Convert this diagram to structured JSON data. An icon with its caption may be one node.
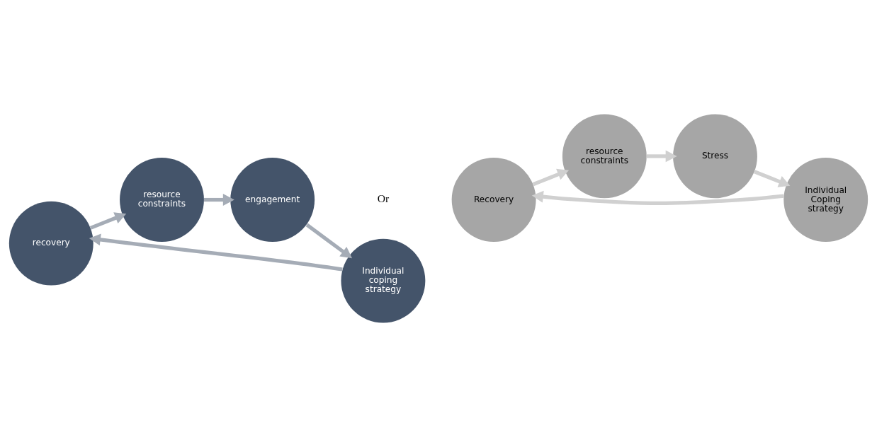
{
  "diagram": {
    "nodes": [
      {
        "text": [
          "resource constraints"
        ]
      },
      {
        "text": [
          "recovery"
        ]
      },
      {
        "text": [
          "engagement"
        ]
      },
      {
        "text": [
          "Individual coping strategy"
        ]
      },
      {
        "text": [
          "resource constraints"
        ]
      },
      {
        "text": [
          "Recovery"
        ]
      },
      {
        "text": [
          "Stress"
        ]
      },
      {
        "text": [
          "Individual Coping strategy"
        ]
      }
    ],
    "edges": [
      {
        "from": 1,
        "to": 0,
        "arrow": "to",
        "color": "#a5acb6"
      },
      {
        "from": 0,
        "to": 2,
        "arrow": "to",
        "color": "#a5acb6"
      },
      {
        "from": 2,
        "to": 3,
        "arrow": "to",
        "color": "#a5acb6"
      },
      {
        "from": 3,
        "to": 1,
        "arrow": "to",
        "color": "#a5acb6"
      },
      {
        "from": 5,
        "to": 4,
        "arrow": "to",
        "color": "#d0d0d0"
      },
      {
        "from": 4,
        "to": 6,
        "arrow": "to",
        "color": "#d0d0d0"
      },
      {
        "from": 6,
        "to": 7,
        "arrow": "to",
        "color": "#d0d0d0"
      },
      {
        "from": 7,
        "to": 5,
        "arrow": "to",
        "color": "#d0d0d0"
      }
    ],
    "labels": [
      "Or"
    ]
  }
}
